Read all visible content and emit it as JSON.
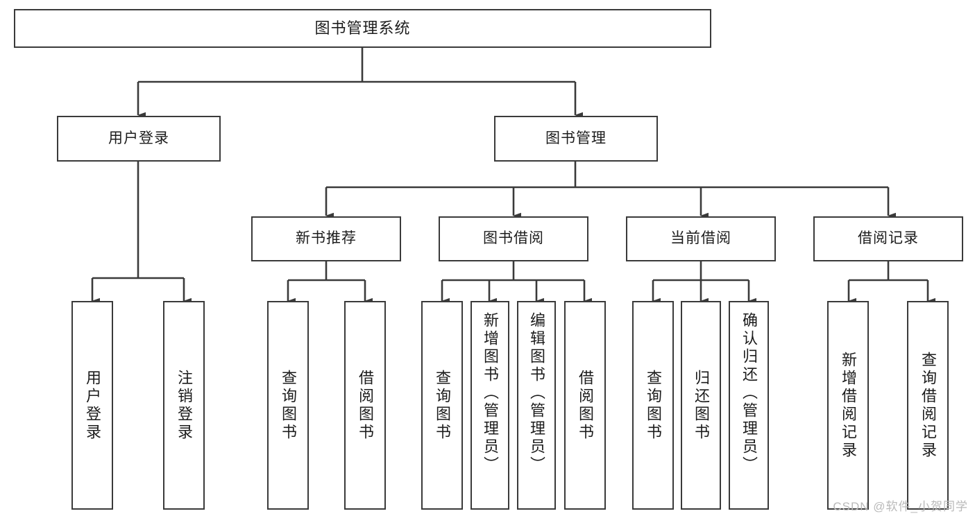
{
  "diagram": {
    "title": "图书管理系统",
    "type": "tree-hierarchy",
    "watermark": "CSDN @软件_小贺同学",
    "colors": {
      "stroke": "#3a3a3a",
      "fill": "#ffffff",
      "text": "#1c1c1c",
      "watermark": "#b9b9b9"
    },
    "nodes": {
      "root": {
        "label": "图书管理系统"
      },
      "level2": [
        {
          "id": "user-login",
          "label": "用户登录"
        },
        {
          "id": "book-management",
          "label": "图书管理"
        }
      ],
      "level3": [
        {
          "id": "new-book-recommend",
          "label": "新书推荐"
        },
        {
          "id": "book-borrow",
          "label": "图书借阅"
        },
        {
          "id": "current-borrow",
          "label": "当前借阅"
        },
        {
          "id": "borrow-record",
          "label": "借阅记录"
        }
      ],
      "leaves": [
        {
          "id": "leaf-user-login",
          "label": "用户登录",
          "parent": "user-login"
        },
        {
          "id": "leaf-user-logout",
          "label": "注销登录",
          "parent": "user-login"
        },
        {
          "id": "leaf-query-book-1",
          "label": "查询图书",
          "parent": "new-book-recommend"
        },
        {
          "id": "leaf-borrow-book-1",
          "label": "借阅图书",
          "parent": "new-book-recommend"
        },
        {
          "id": "leaf-query-book-2",
          "label": "查询图书",
          "parent": "book-borrow"
        },
        {
          "id": "leaf-add-book",
          "label": "新增图书（管理员）",
          "parent": "book-borrow"
        },
        {
          "id": "leaf-edit-book",
          "label": "编辑图书（管理员）",
          "parent": "book-borrow"
        },
        {
          "id": "leaf-borrow-book-2",
          "label": "借阅图书",
          "parent": "book-borrow"
        },
        {
          "id": "leaf-query-book-3",
          "label": "查询图书",
          "parent": "current-borrow"
        },
        {
          "id": "leaf-return-book",
          "label": "归还图书",
          "parent": "current-borrow"
        },
        {
          "id": "leaf-confirm-return",
          "label": "确认归还（管理员）",
          "parent": "current-borrow"
        },
        {
          "id": "leaf-add-record",
          "label": "新增借阅记录",
          "parent": "borrow-record"
        },
        {
          "id": "leaf-query-record",
          "label": "查询借阅记录",
          "parent": "borrow-record"
        }
      ]
    }
  }
}
